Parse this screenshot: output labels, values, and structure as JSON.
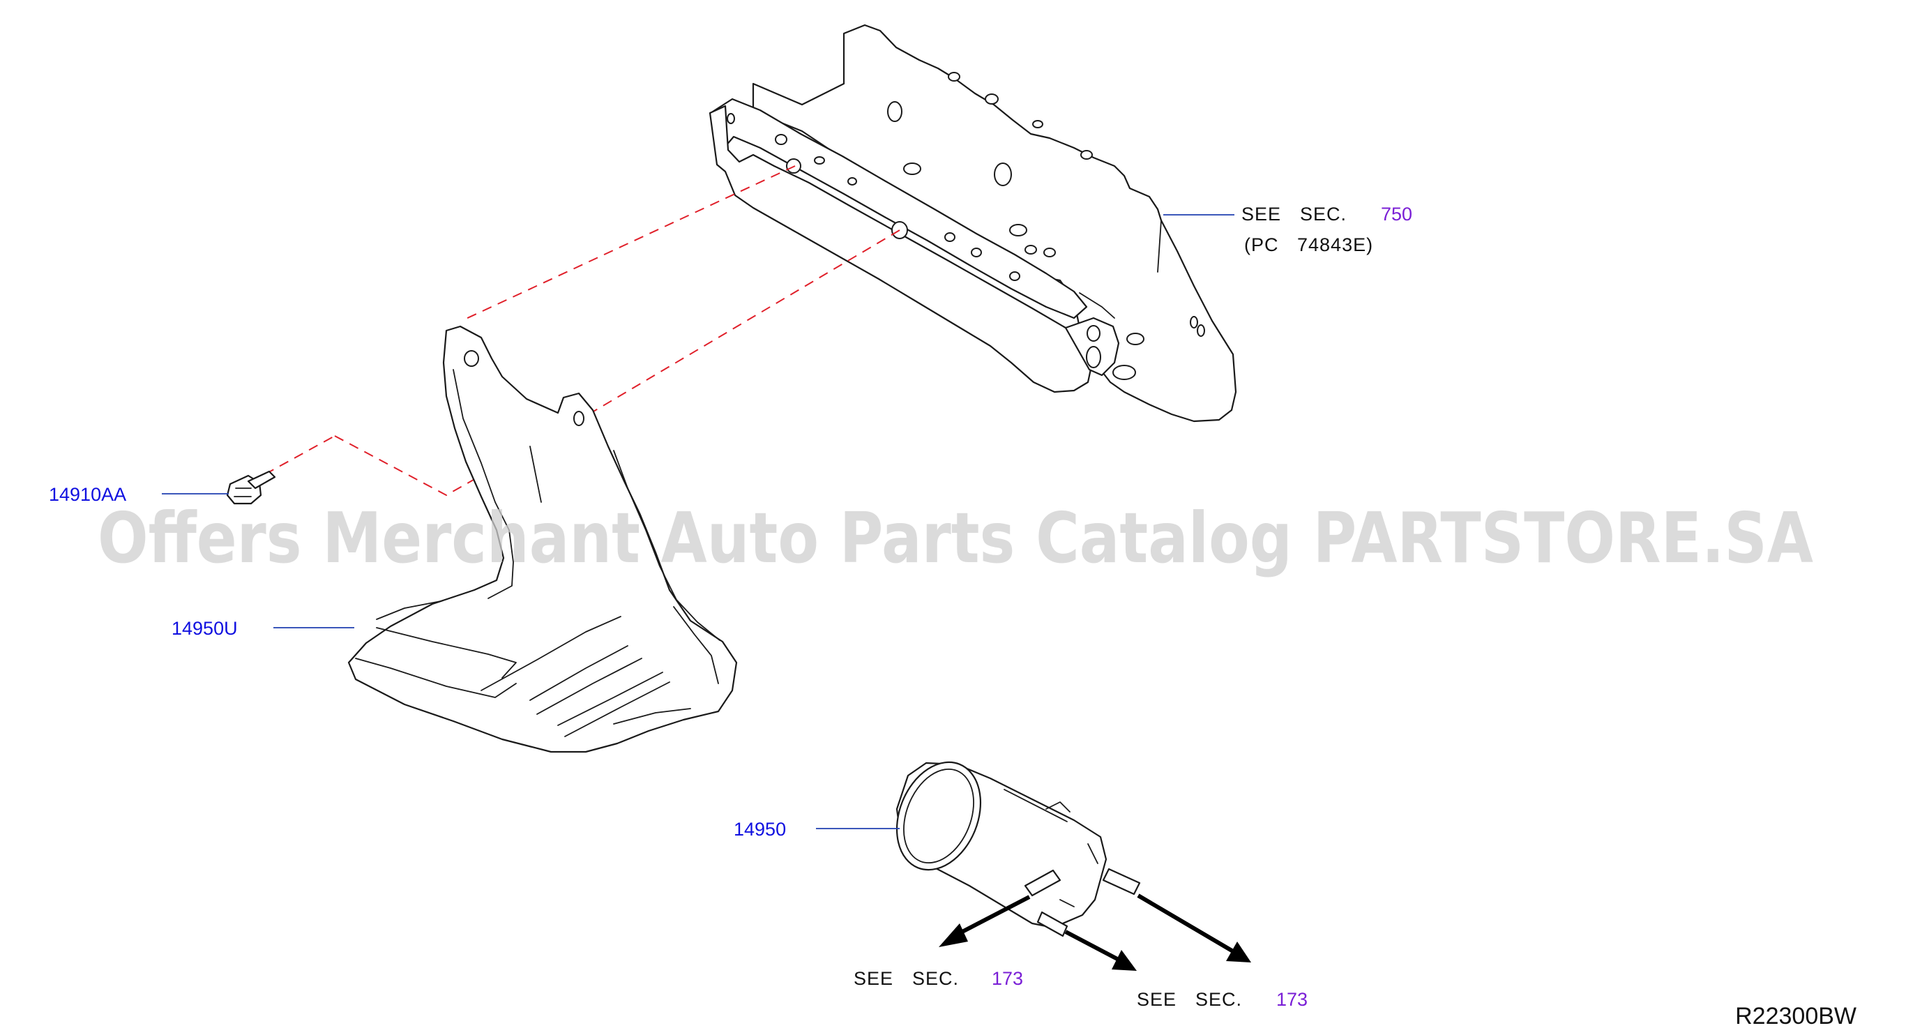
{
  "watermark": "Offers Merchant Auto Parts Catalog PARTSTORE.SA",
  "diagram_code": "R22300BW",
  "parts": {
    "bolt": "14910AA",
    "protector": "14950U",
    "canister": "14950"
  },
  "references": {
    "frame": {
      "see": "SEE",
      "sec": "SEC.",
      "number": "750",
      "pc": "(PC",
      "pc_code": "74843E)"
    },
    "hose_left": {
      "see": "SEE",
      "sec": "SEC.",
      "number": "173"
    },
    "hose_right": {
      "see": "SEE",
      "sec": "SEC.",
      "number": "173"
    }
  },
  "colors": {
    "part_label": "#1010e0",
    "section_number": "#7a1fd6",
    "leader_line": "#1f3fb0",
    "dashed_guide": "#e0202a",
    "watermark": "#cfcfcf"
  }
}
